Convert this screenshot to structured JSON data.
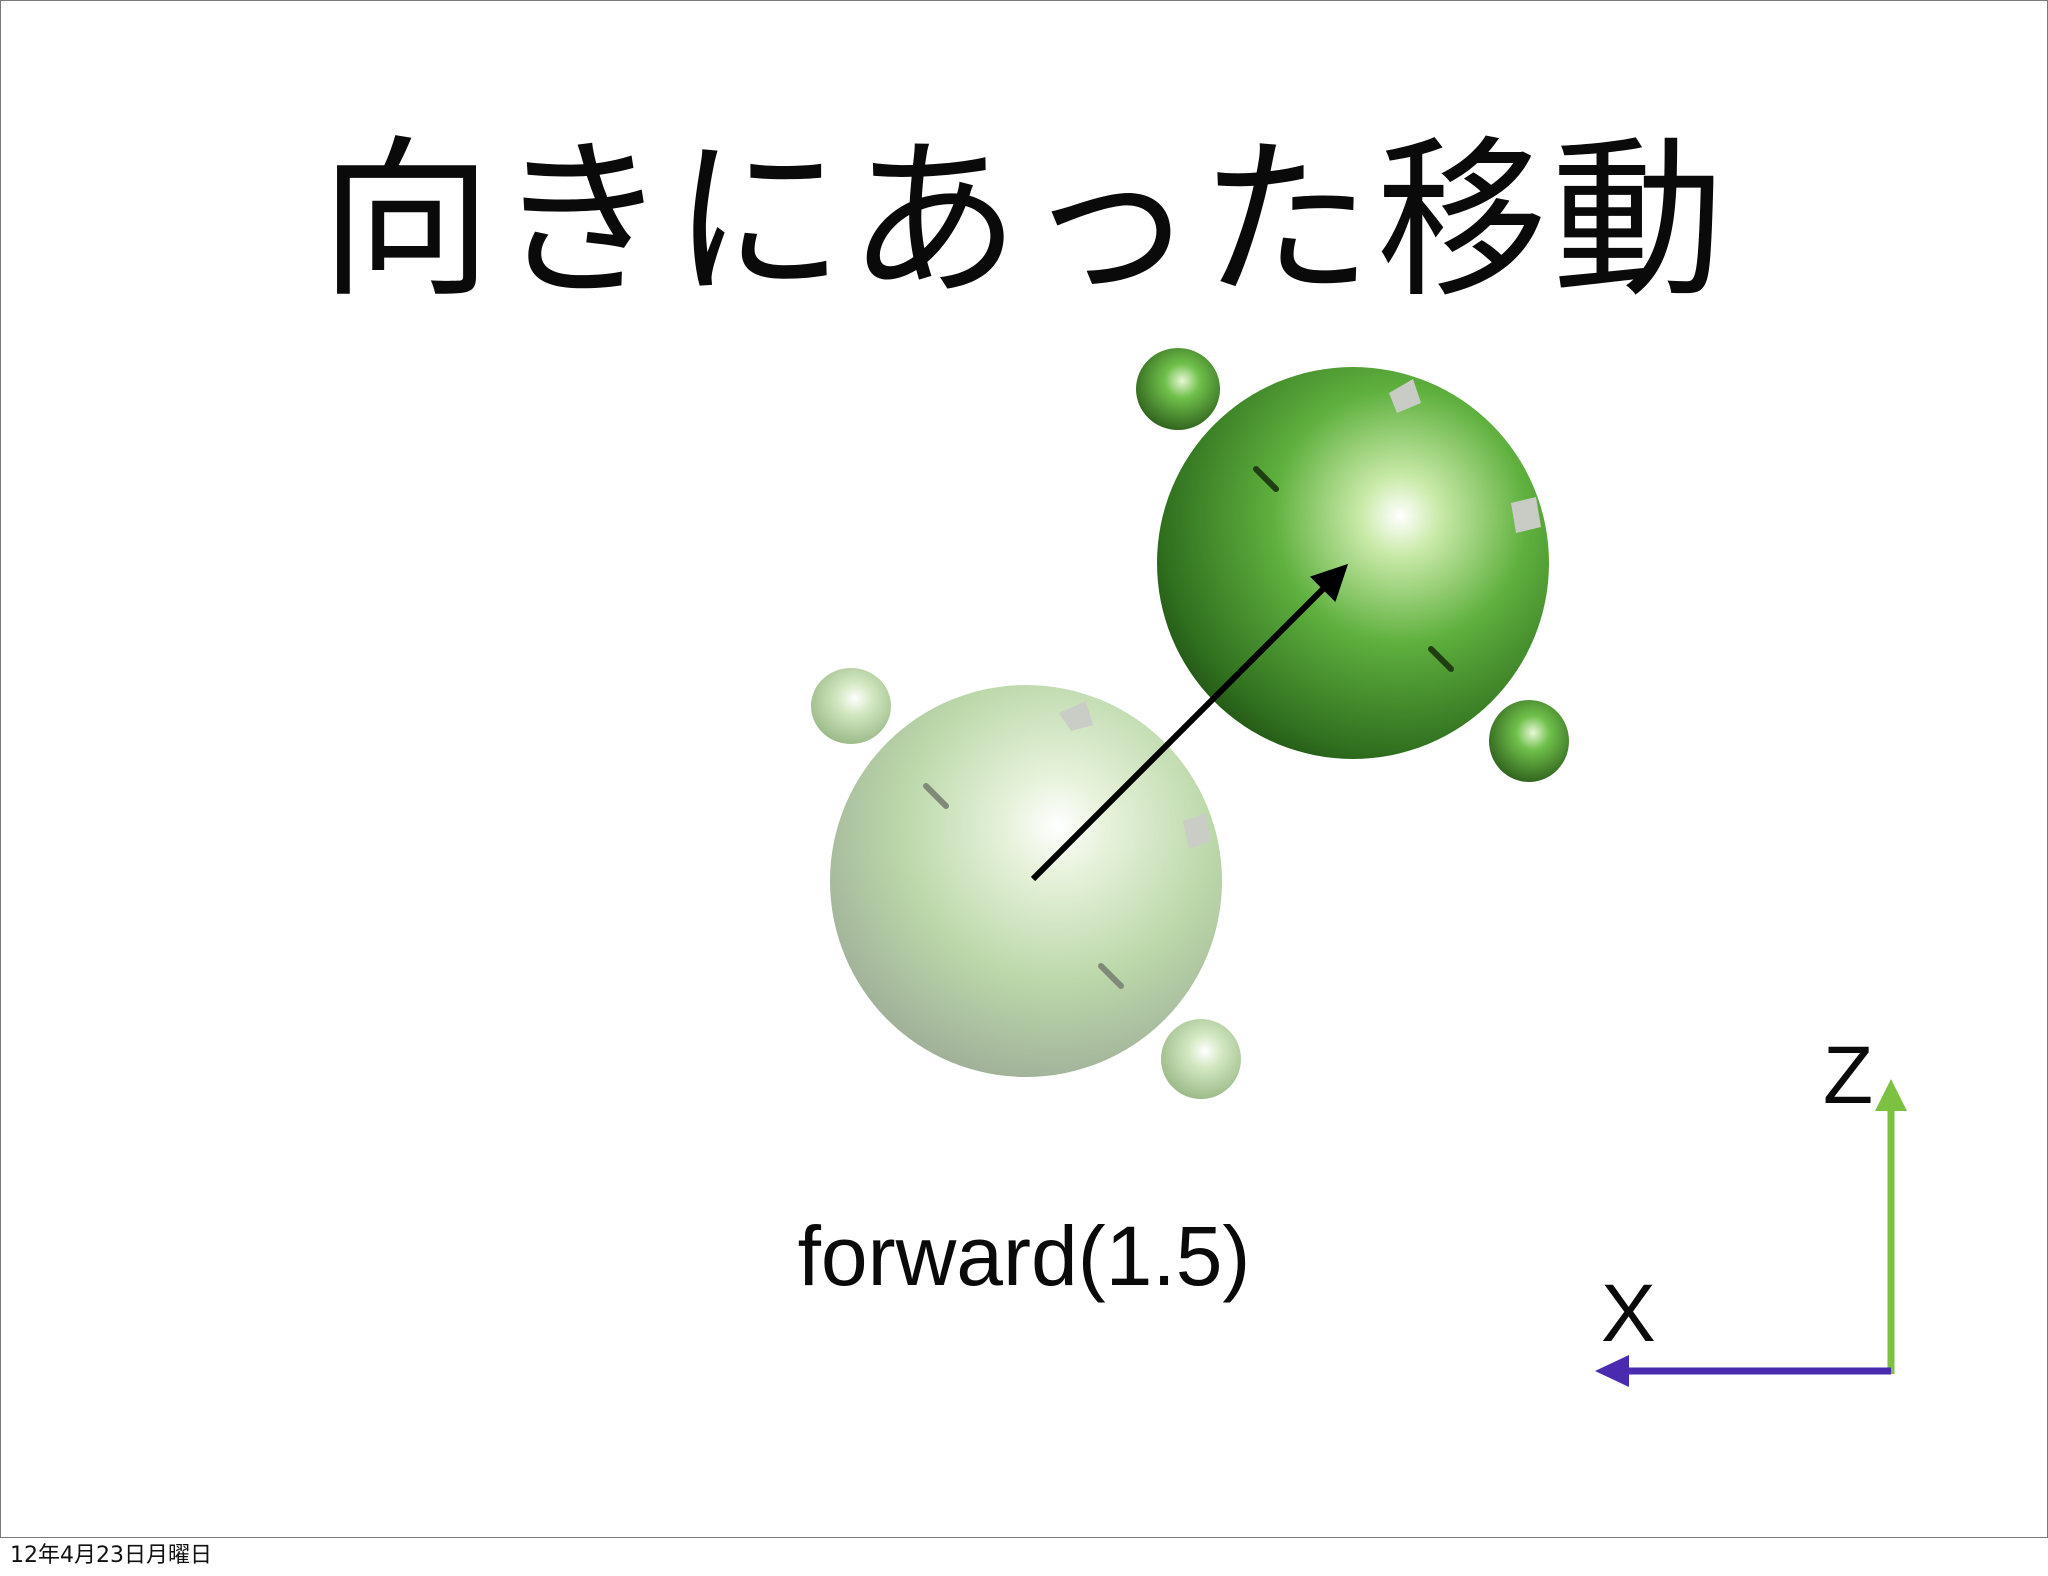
{
  "slide": {
    "title": "向きにあった移動",
    "caption": "forward(1.5)",
    "footer_date": "12年4月23日月曜日"
  },
  "axes": {
    "z_label": "Z",
    "x_label": "X",
    "z_color": "#7dc142",
    "x_color": "#4a2bb0"
  },
  "figure": {
    "before_color": "#b9d8a6",
    "after_color": "#55a63a",
    "motion_arrow_color": "#000000"
  }
}
